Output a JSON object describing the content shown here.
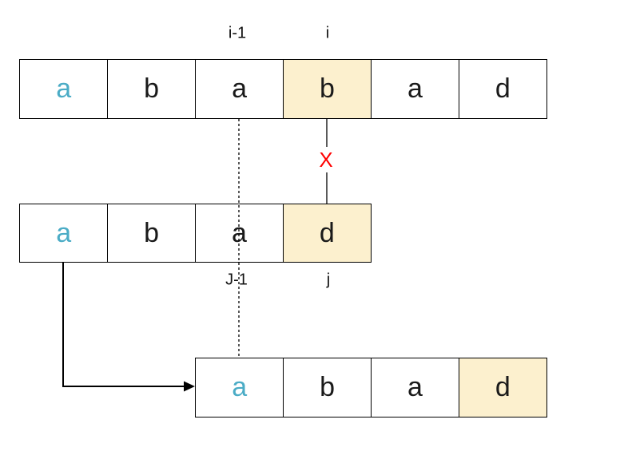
{
  "colors": {
    "highlight": "#fcf0ce",
    "teal": "#4bacc6",
    "red": "#ff0000",
    "border": "#000000"
  },
  "labels": {
    "top_left": "i-1",
    "top_right": "i",
    "mid_left": "J-1",
    "mid_right": "j"
  },
  "mismatch_marker": "X",
  "rows": {
    "top": {
      "cells": [
        {
          "char": "a",
          "color": "teal"
        },
        {
          "char": "b"
        },
        {
          "char": "a"
        },
        {
          "char": "b",
          "highlight": true
        },
        {
          "char": "a"
        },
        {
          "char": "d"
        }
      ]
    },
    "middle": {
      "cells": [
        {
          "char": "a",
          "color": "teal"
        },
        {
          "char": "b"
        },
        {
          "char": "a"
        },
        {
          "char": "d",
          "highlight": true
        }
      ]
    },
    "bottom": {
      "cells": [
        {
          "char": "a",
          "color": "teal"
        },
        {
          "char": "b"
        },
        {
          "char": "a"
        },
        {
          "char": "d",
          "highlight": true
        }
      ]
    }
  }
}
